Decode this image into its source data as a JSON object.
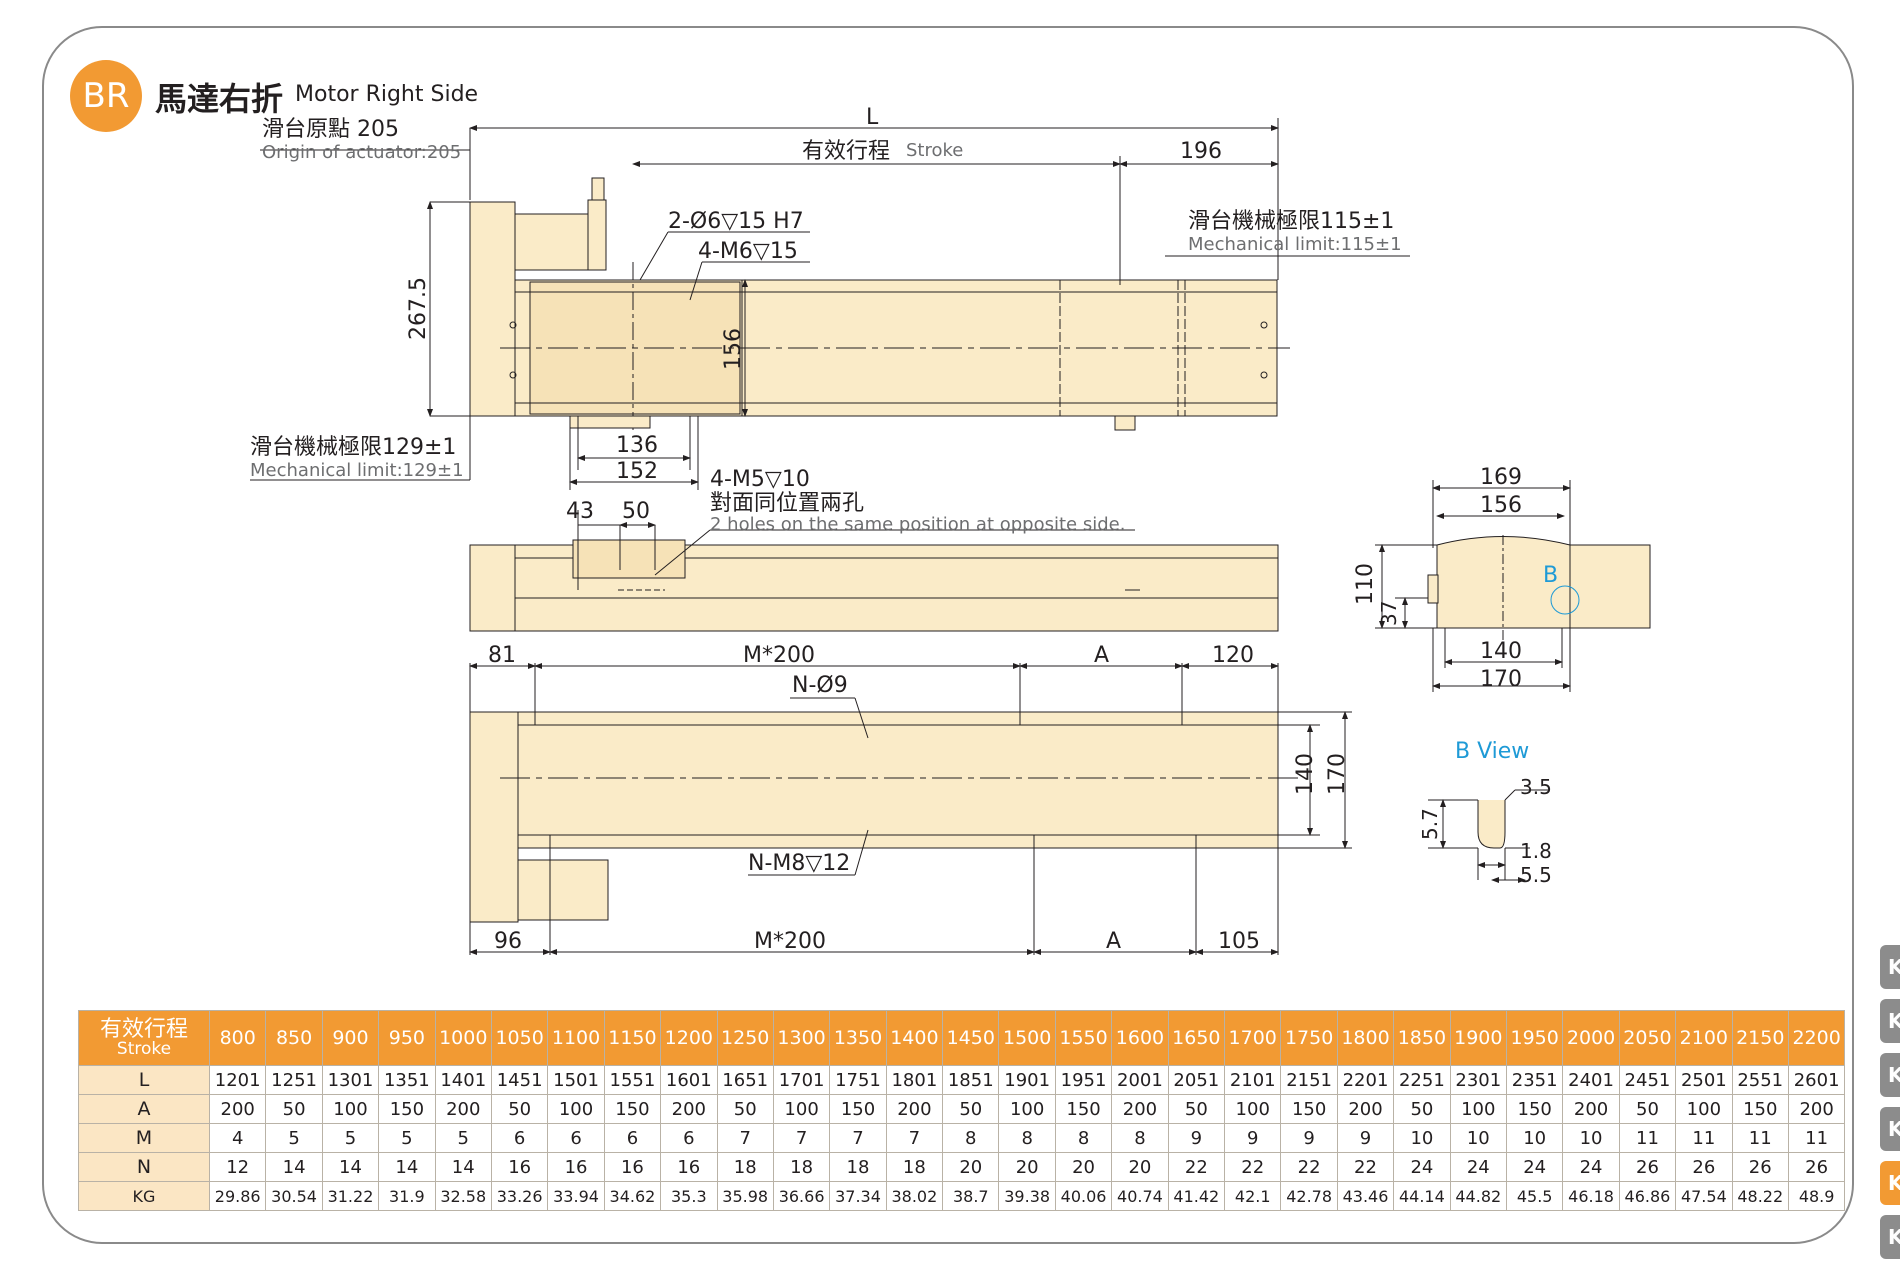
{
  "header": {
    "badge": "BR",
    "title_cn": "馬達右折",
    "title_en": "Motor Right Side"
  },
  "top_view": {
    "origin_cn": "滑台原點 205",
    "origin_en": "Origin of actuator:205",
    "L": "L",
    "stroke_cn": "有效行程",
    "stroke_en": "Stroke",
    "end_dim": "196",
    "hole1": "2-Ø6▽15 H7",
    "hole2": "4-M6▽15",
    "mech_right_cn": "滑台機械極限115±1",
    "mech_right_en": "Mechanical limit:115±1",
    "height_dim": "267.5",
    "inner_dim": "156",
    "mech_left_cn": "滑台機械極限129±1",
    "mech_left_en": "Mechanical limit:129±1",
    "dim136": "136",
    "dim152": "152"
  },
  "side_view": {
    "dim43": "43",
    "dim50": "50",
    "hole": "4-M5▽10",
    "note_cn": "對面同位置兩孔",
    "note_en": "2 holes on the same position at opposite side."
  },
  "bottom_view": {
    "d81": "81",
    "m200a": "M*200",
    "A1": "A",
    "d120": "120",
    "n_hole": "N-Ø9",
    "d140": "140",
    "d170": "170",
    "n_m8": "N-M8▽12",
    "d96": "96",
    "m200b": "M*200",
    "A2": "A",
    "d105": "105"
  },
  "end_view": {
    "d169": "169",
    "d156": "156",
    "d110": "110",
    "d37": "37",
    "B": "B",
    "d140": "140",
    "d170": "170"
  },
  "b_view": {
    "title": "B View",
    "d35": "3.5",
    "d57": "5.7",
    "d18": "1.8",
    "d55": "5.5"
  },
  "table": {
    "header_cn": "有效行程",
    "header_en": "Stroke",
    "strokes": [
      "800",
      "850",
      "900",
      "950",
      "1000",
      "1050",
      "1100",
      "1150",
      "1200",
      "1250",
      "1300",
      "1350",
      "1400",
      "1450",
      "1500",
      "1550",
      "1600",
      "1650",
      "1700",
      "1750",
      "1800",
      "1850",
      "1900",
      "1950",
      "2000",
      "2050",
      "2100",
      "2150",
      "2200"
    ],
    "rows": [
      {
        "label": "L",
        "values": [
          "1201",
          "1251",
          "1301",
          "1351",
          "1401",
          "1451",
          "1501",
          "1551",
          "1601",
          "1651",
          "1701",
          "1751",
          "1801",
          "1851",
          "1901",
          "1951",
          "2001",
          "2051",
          "2101",
          "2151",
          "2201",
          "2251",
          "2301",
          "2351",
          "2401",
          "2451",
          "2501",
          "2551",
          "2601"
        ]
      },
      {
        "label": "A",
        "values": [
          "200",
          "50",
          "100",
          "150",
          "200",
          "50",
          "100",
          "150",
          "200",
          "50",
          "100",
          "150",
          "200",
          "50",
          "100",
          "150",
          "200",
          "50",
          "100",
          "150",
          "200",
          "50",
          "100",
          "150",
          "200",
          "50",
          "100",
          "150",
          "200"
        ]
      },
      {
        "label": "M",
        "values": [
          "4",
          "5",
          "5",
          "5",
          "5",
          "6",
          "6",
          "6",
          "6",
          "7",
          "7",
          "7",
          "7",
          "8",
          "8",
          "8",
          "8",
          "9",
          "9",
          "9",
          "9",
          "10",
          "10",
          "10",
          "10",
          "11",
          "11",
          "11",
          "11"
        ]
      },
      {
        "label": "N",
        "values": [
          "12",
          "14",
          "14",
          "14",
          "14",
          "16",
          "16",
          "16",
          "16",
          "18",
          "18",
          "18",
          "18",
          "20",
          "20",
          "20",
          "20",
          "22",
          "22",
          "22",
          "22",
          "24",
          "24",
          "24",
          "24",
          "26",
          "26",
          "26",
          "26"
        ]
      },
      {
        "label": "KG",
        "values": [
          "29.86",
          "30.54",
          "31.22",
          "31.9",
          "32.58",
          "33.26",
          "33.94",
          "34.62",
          "35.3",
          "35.98",
          "36.66",
          "37.34",
          "38.02",
          "38.7",
          "39.38",
          "40.06",
          "40.74",
          "41.42",
          "42.1",
          "42.78",
          "43.46",
          "44.14",
          "44.82",
          "45.5",
          "46.18",
          "46.86",
          "47.54",
          "48.22",
          "48.9"
        ]
      }
    ]
  },
  "side_tabs": [
    "K",
    "K",
    "K",
    "K",
    "K",
    "K"
  ]
}
